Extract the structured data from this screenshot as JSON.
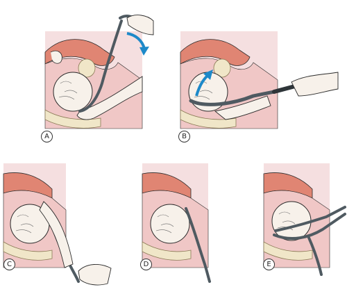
{
  "colors": {
    "background_panel": "#f5dfe0",
    "uterus_wall": "#e08573",
    "tissue_pink": "#f0c7c6",
    "bone_cream": "#f0e6c8",
    "bone_outline": "#8a7a55",
    "skin": "#f7f1ea",
    "outline": "#2a2a2a",
    "instrument": "#4f5a61",
    "arrow_blue": "#1d89c9"
  },
  "panels": [
    {
      "id": "A",
      "label": "A",
      "arrow": "down"
    },
    {
      "id": "B",
      "label": "B",
      "arrow": "up"
    },
    {
      "id": "C",
      "label": "C"
    },
    {
      "id": "D",
      "label": "D"
    },
    {
      "id": "E",
      "label": "E"
    }
  ]
}
